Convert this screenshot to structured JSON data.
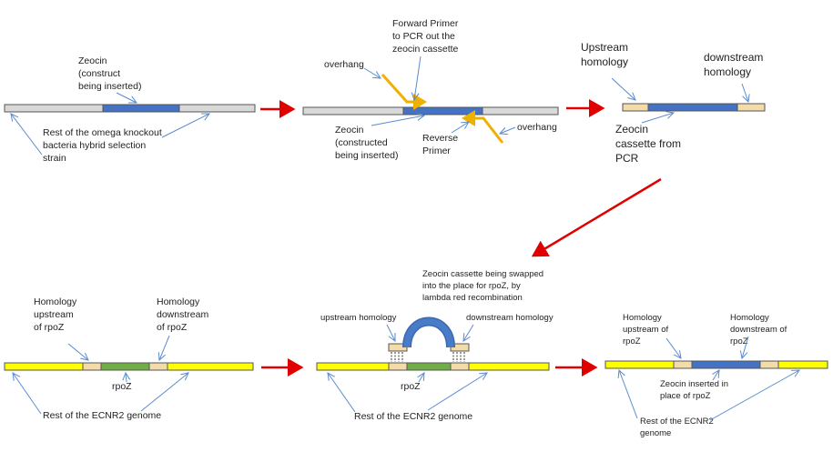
{
  "colors": {
    "gray_strand": "#d9d9d9",
    "zeocin_blue": "#4472c4",
    "homology_tan": "#f3dcaa",
    "genome_yellow": "#ffff00",
    "rpoz_green": "#70ad47",
    "primer_orange": "#f0b000",
    "flow_arrow_red": "#e00000",
    "label_arrow_blue": "#5b8bd0"
  },
  "panel1": {
    "zeocin_label": [
      "Zeocin",
      "(construct",
      "being inserted)"
    ],
    "rest_label": [
      "Rest of the omega knockout",
      "bacteria hybrid selection",
      "strain"
    ]
  },
  "panel2": {
    "forward_label": [
      "Forward Primer",
      "to PCR out the",
      "zeocin cassette"
    ],
    "overhang_top": "overhang",
    "overhang_bottom": "overhang",
    "zeocin_label": [
      "Zeocin",
      "(constructed",
      "being inserted)"
    ],
    "reverse_label": [
      "Reverse",
      "Primer"
    ]
  },
  "panel3": {
    "upstream_label": [
      "Upstream",
      "homology"
    ],
    "downstream_label": [
      "downstream",
      "homology"
    ],
    "cassette_label": [
      "Zeocin",
      "cassette from",
      "PCR"
    ]
  },
  "panel4": {
    "homology_up_label": [
      "Homology",
      "upstream",
      "of rpoZ"
    ],
    "homology_down_label": [
      "Homology",
      "downstream",
      "of rpoZ"
    ],
    "rpoz_label": "rpoZ",
    "rest_label": "Rest of the ECNR2 genome"
  },
  "panel5": {
    "title_label": [
      "Zeocin cassette being swapped",
      "into the place for rpoZ, by",
      "lambda red recombination"
    ],
    "upstream_label": "upstream homology",
    "downstream_label": "downstream homology",
    "rpoz_label": "rpoZ",
    "rest_label": "Rest of the ECNR2 genome"
  },
  "panel6": {
    "homology_up_label": [
      "Homology",
      "upstream of",
      "rpoZ"
    ],
    "homology_down_label": [
      "Homology",
      "downstream of",
      "rpoZ"
    ],
    "inserted_label": [
      "Zeocin inserted in",
      "place of rpoZ"
    ],
    "rest_label": [
      "Rest of the ECNR2",
      "genome"
    ]
  }
}
